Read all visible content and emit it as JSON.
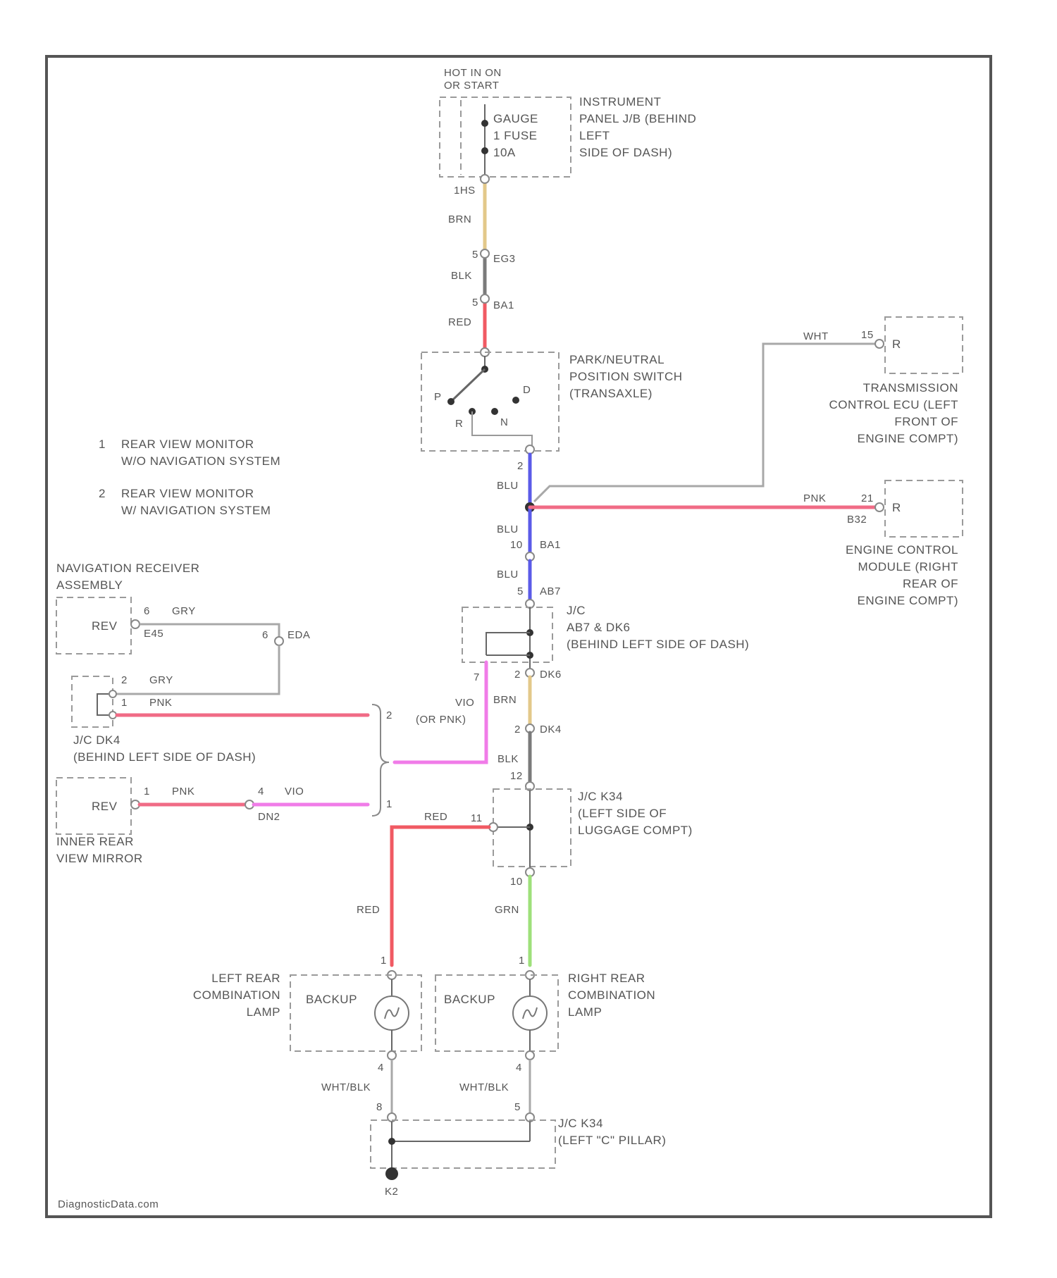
{
  "colors": {
    "frame": "#555555",
    "BRN": "#e3c88a",
    "BLK": "#7a7a7a",
    "RED": "#f05a63",
    "BLU": "#5b5be8",
    "PNK": "#f06b86",
    "VIO": "#f07ce8",
    "GRN": "#9ee07a",
    "GRY": "#b4b4b4"
  },
  "power": {
    "line1": "HOT IN ON",
    "line2": "OR START"
  },
  "fuse": {
    "line1": "GAUGE",
    "line2": "1 FUSE",
    "line3": "10A"
  },
  "ipjb": {
    "line1": "INSTRUMENT",
    "line2": "PANEL J/B (BEHIND",
    "line3": "LEFT",
    "line4": "SIDE OF DASH)"
  },
  "wires": {
    "fuse_conn": "1HS",
    "brn1": "BRN",
    "blk1": "BLK",
    "blk1_pin": "5",
    "blk1_conn": "EG3",
    "red1": "RED",
    "red1_pin": "5",
    "red1_conn": "BA1",
    "blu1": "BLU",
    "blu1_pin": "2",
    "blu2": "BLU",
    "blu2_pin": "10",
    "blu2_conn": "BA1",
    "blu3": "BLU",
    "blu3_pin": "5",
    "blu3_conn": "AB7",
    "brn2": "BRN",
    "brn2_pin_top": "2",
    "brn2_conn_top": "DK6",
    "brn2_pin_bot": "2",
    "brn2_conn_bot": "DK4",
    "blk2": "BLK",
    "blk2_pin": "12",
    "red2": "RED",
    "red2_pin": "11",
    "grn": "GRN",
    "grn_pin": "10",
    "red3": "RED",
    "vio_or_pnk": "VIO",
    "or_pnk": "(OR PNK)",
    "vio_pin": "7"
  },
  "pnp_switch": {
    "line1": "PARK/NEUTRAL",
    "line2": "POSITION SWITCH",
    "line3": "(TRANSAXLE)",
    "pos_p": "P",
    "pos_r": "R",
    "pos_n": "N",
    "pos_d": "D"
  },
  "tcm": {
    "wire": "WHT",
    "pin": "15",
    "term": "R",
    "line1": "TRANSMISSION",
    "line2": "CONTROL ECU (LEFT",
    "line3": "FRONT OF",
    "line4": "ENGINE COMPT)"
  },
  "ecm": {
    "wire": "PNK",
    "pin": "21",
    "conn": "B32",
    "term": "R",
    "line1": "ENGINE CONTROL",
    "line2": "MODULE (RIGHT",
    "line3": "REAR OF",
    "line4": "ENGINE COMPT)"
  },
  "legend": {
    "n1": "1",
    "t1a": "REAR VIEW MONITOR",
    "t1b": "W/O NAVIGATION SYSTEM",
    "n2": "2",
    "t2a": "REAR VIEW MONITOR",
    "t2b": "W/ NAVIGATION SYSTEM"
  },
  "jc_dk6": {
    "line1": "J/C",
    "line2": "AB7 & DK6",
    "line3": "(BEHIND LEFT SIDE OF DASH)"
  },
  "nav": {
    "title1": "NAVIGATION RECEIVER",
    "title2": "ASSEMBLY",
    "term": "REV",
    "pin": "6",
    "conn": "E45",
    "wire": "GRY",
    "pin2": "6",
    "conn2": "EDA"
  },
  "jc_dk4": {
    "pin_gry": "2",
    "wire_gry": "GRY",
    "pin_pnk": "1",
    "wire_pnk": "PNK",
    "line1": "J/C DK4",
    "line2": "(BEHIND LEFT SIDE OF DASH)"
  },
  "brace": {
    "n2": "2",
    "n1": "1"
  },
  "mirror": {
    "term": "REV",
    "pin": "1",
    "wire": "PNK",
    "pin2": "4",
    "wire2": "VIO",
    "conn2": "DN2",
    "line1": "INNER REAR",
    "line2": "VIEW MIRROR"
  },
  "jc_k34": {
    "line1": "J/C K34",
    "line2": "(LEFT SIDE OF",
    "line3": "LUGGAGE COMPT)"
  },
  "left_lamp": {
    "label": "BACKUP",
    "pin_top": "1",
    "pin_bot": "4",
    "line1": "LEFT REAR",
    "line2": "COMBINATION",
    "line3": "LAMP",
    "wire_bot": "WHT/BLK",
    "pin_jc": "8"
  },
  "right_lamp": {
    "label": "BACKUP",
    "pin_top": "1",
    "pin_bot": "4",
    "line1": "RIGHT REAR",
    "line2": "COMBINATION",
    "line3": "LAMP",
    "wire_bot": "WHT/BLK",
    "pin_jc": "5"
  },
  "jc_k34b": {
    "line1": "J/C K34",
    "line2": "(LEFT \"C\" PILLAR)"
  },
  "ground": {
    "label": "K2"
  },
  "watermark": "DiagnosticData.com"
}
